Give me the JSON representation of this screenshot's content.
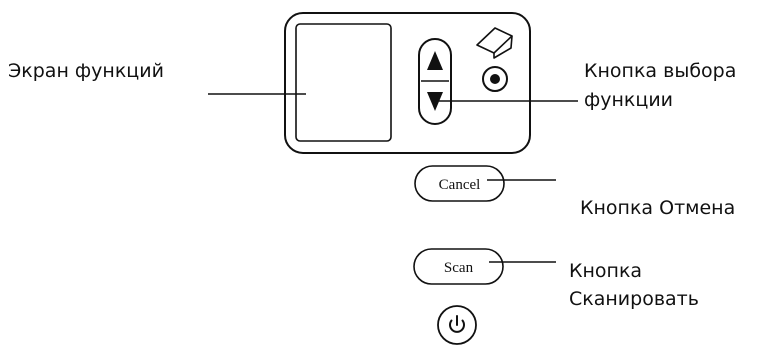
{
  "callouts": {
    "function_screen": "Экран функций",
    "function_select_line1": "Кнопка выбора",
    "function_select_line2": "функции",
    "cancel_line1": "Кнопка Отмена",
    "scan_line1": "Кнопка",
    "scan_line2": "Сканировать"
  },
  "buttons": {
    "cancel_label": "Cancel",
    "scan_label": "Scan"
  },
  "icons": {
    "up": "arrow-up-icon",
    "down": "arrow-down-icon",
    "paper": "paper-icon",
    "record": "record-dot-icon",
    "power": "power-icon"
  },
  "colors": {
    "stroke": "#111111",
    "background": "#ffffff"
  }
}
